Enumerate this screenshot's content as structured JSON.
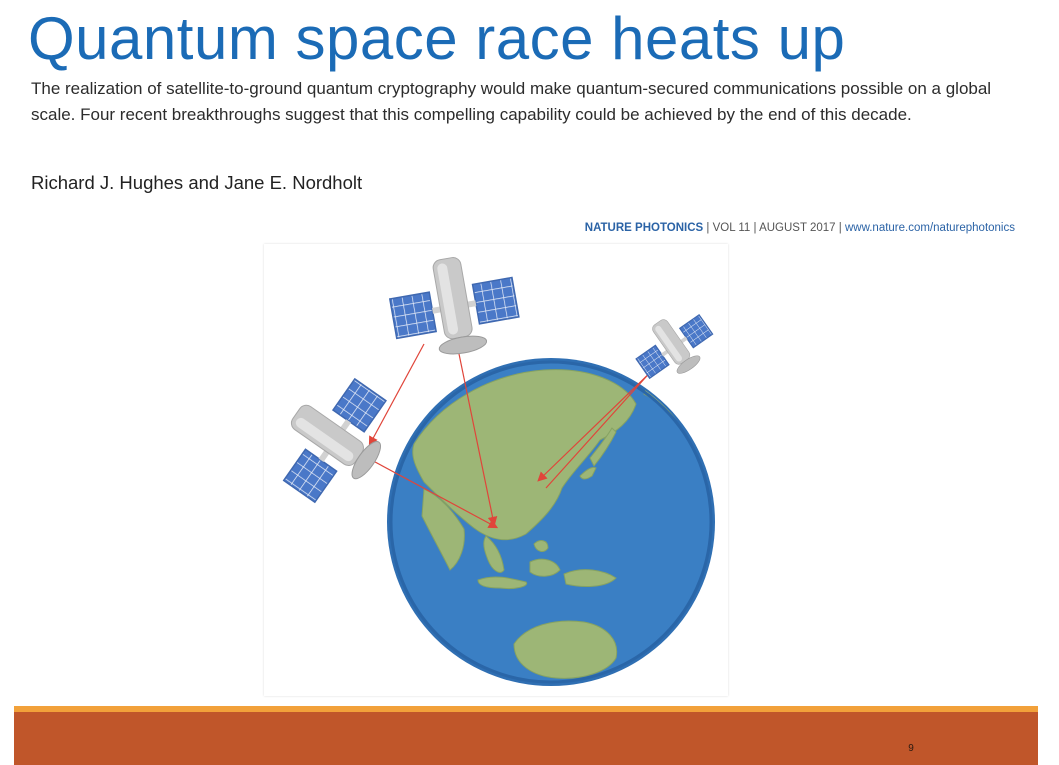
{
  "article": {
    "headline": "Quantum space race heats up",
    "abstract": "The realization of satellite-to-ground quantum cryptography would make quantum-secured communications possible on a global scale. Four recent breakthroughs suggest that this compelling capability could be achieved by the end of this decade.",
    "authors": "Richard J. Hughes and Jane E. Nordholt"
  },
  "citation": {
    "journal": "NATURE PHOTONICS",
    "separator": " | ",
    "volume": "VOL 11",
    "date": "AUGUST 2017",
    "url": "www.nature.com/naturephotonics"
  },
  "figure": {
    "icons": [
      "satellite-icon",
      "globe-icon",
      "quantum-link-arrow"
    ],
    "colors": {
      "ocean": "#3a7fc4",
      "land": "#9db676",
      "link": "#e0453a",
      "solar_panel": "#4a78c8",
      "satellite_body": "#c9c9c9"
    }
  },
  "footer": {
    "slide_number": "9",
    "accent_color": "#f2a13a",
    "bar_color": "#c0562a"
  }
}
